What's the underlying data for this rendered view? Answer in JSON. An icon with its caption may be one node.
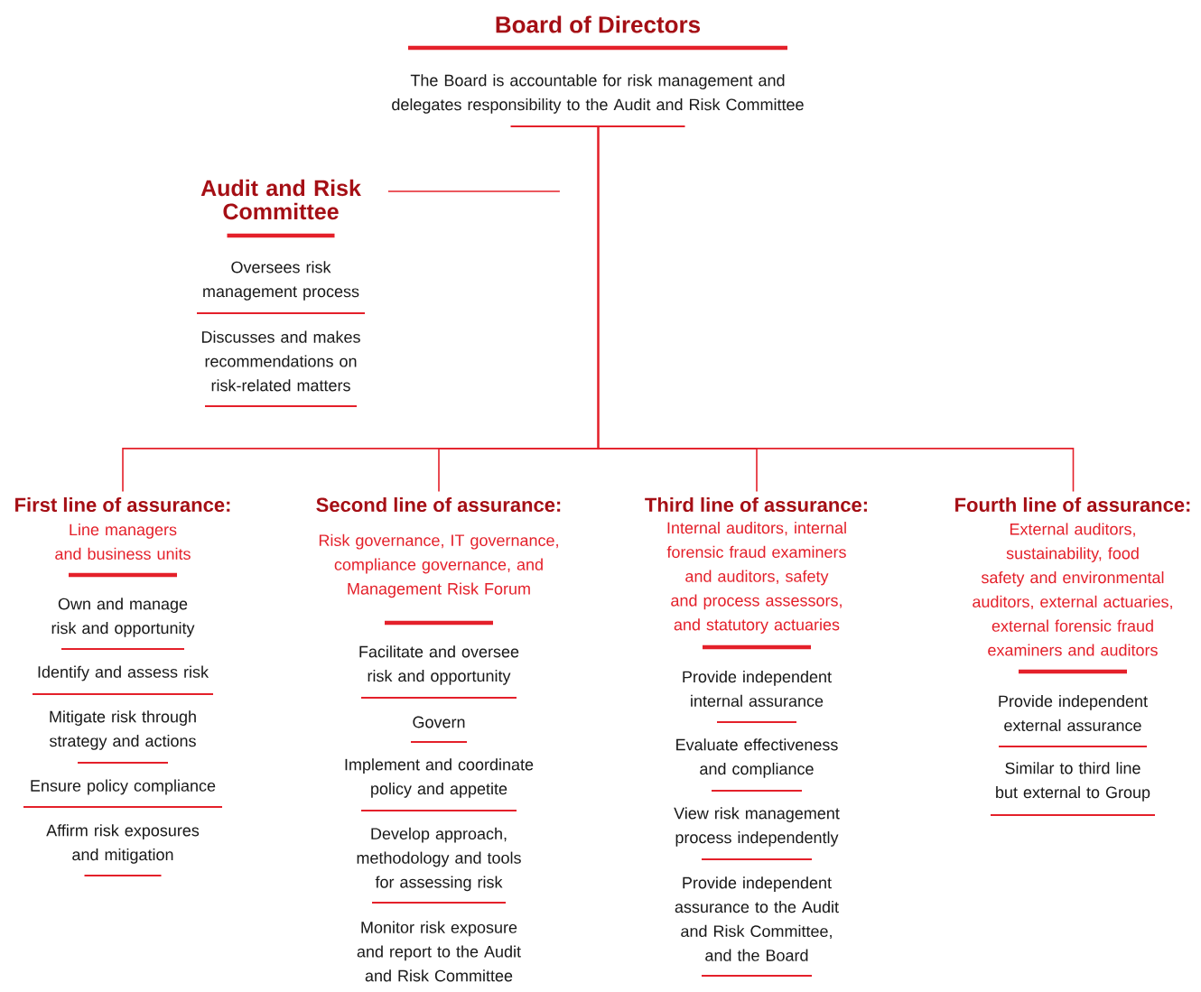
{
  "diagram": {
    "nodes": [
      {
        "text": [
          "Board of Directors",
          "The Board is accountable for risk management and delegates responsibility to the Audit and Risk Committee"
        ]
      },
      {
        "text": [
          "Audit and Risk Committee",
          "Oversees risk management process",
          "Discusses and makes recommendations on risk-related matters"
        ]
      },
      {
        "text": [
          "First line of assurance:",
          "Line managers and business units",
          "Own and manage risk and opportunity",
          "Identify and assess risk",
          "Mitigate risk through strategy and actions",
          "Ensure policy compliance",
          "Affirm risk exposures and mitigation"
        ]
      },
      {
        "text": [
          "Second line of assurance:",
          "Risk governance, IT governance, compliance governance, and Management Risk Forum",
          "Facilitate and oversee risk and opportunity",
          "Govern",
          "Implement and coordinate policy and appetite",
          "Develop approach, methodology and tools for assessing risk",
          "Monitor risk exposure and report to the Audit and Risk Committee"
        ]
      },
      {
        "text": [
          "Third line of assurance:",
          "Internal auditors, internal forensic fraud examiners and auditors, safety and process assessors, and statutory actuaries",
          "Provide independent internal assurance",
          "Evaluate effectiveness and compliance",
          "View risk management process independently",
          "Provide independent assurance to the Audit and Risk Committee, and the Board"
        ]
      },
      {
        "text": [
          "Fourth line of assurance:",
          "External auditors, sustainability, food safety and environmental auditors, external actuaries, external forensic fraud examiners and auditors",
          "Provide independent external assurance",
          "Similar to third line but external to Group"
        ]
      }
    ],
    "edges": [
      {
        "from": 1,
        "to": null,
        "arrow": "none"
      },
      {
        "from": 0,
        "to": 2,
        "arrow": "none"
      },
      {
        "from": 0,
        "to": 3,
        "arrow": "none"
      },
      {
        "from": 0,
        "to": 4,
        "arrow": "none"
      },
      {
        "from": 0,
        "to": 5,
        "arrow": "none"
      }
    ]
  }
}
